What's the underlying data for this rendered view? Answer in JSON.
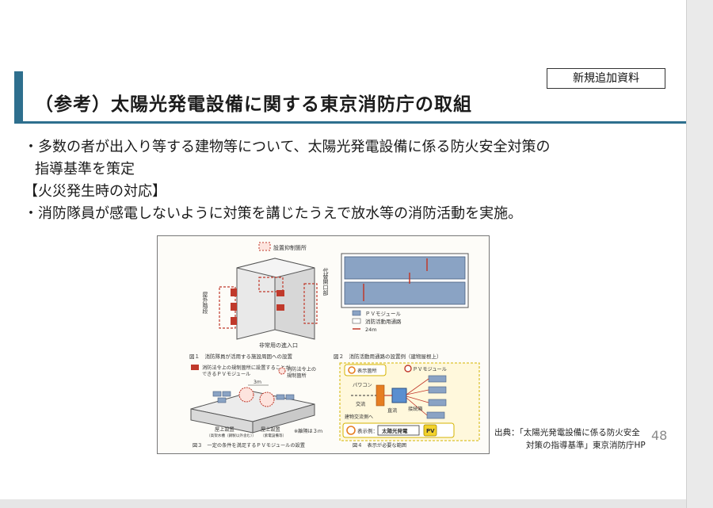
{
  "badge": "新規追加資料",
  "title": "（参考）太陽光発電設備に関する東京消防庁の取組",
  "body": {
    "line1": "・多数の者が出入り等する建物等について、太陽光発電設備に係る防火安全対策の",
    "line2": "指導基準を策定",
    "line3": "【火災発生時の対応】",
    "line4": "・消防隊員が感電しないように対策を講じたうえで放水等の消防活動を実施。"
  },
  "figure": {
    "fig1": {
      "label_top": "設置抑制箇所",
      "label_left": "屋外階段",
      "label_right": "代替開口部",
      "label_bottom": "非常用の進入口",
      "caption": "図１　消防隊員が活用する施設周囲への設置"
    },
    "fig2": {
      "legend1": "ＰＶモジュール",
      "legend2": "消防活動用通路",
      "legend3": "24m",
      "caption": "図２　消防活動用通路の設置例（建物屋根上）"
    },
    "fig3": {
      "legend1": "消防法令上の規制箇所に設置することが",
      "legend1b": "できるＰＶモジュール",
      "legend2": "消防法令上の",
      "legend2b": "規制箇所",
      "dim": "3ｍ",
      "label_a": "屋上設置",
      "label_a_sub": "（高架水槽（鋼製以外含む））",
      "label_b": "屋上設置",
      "label_b_sub": "（紫電設備等）",
      "note": "※離隔は３ｍ",
      "caption": "図３　一定の条件を満足するＰＶモジュールの設置"
    },
    "fig4": {
      "legend1": "表示箇所",
      "pv": "ＰＶモジュール",
      "pcs": "パワコン",
      "ac": "交流",
      "dc": "直流",
      "jb": "接続箱",
      "grid": "建物交流側へ",
      "example_label": "表示例：",
      "example_text": "太陽光発電",
      "pv_mark": "PV",
      "caption": "図４　表示が必要な範囲"
    }
  },
  "source": {
    "line1": "出典：「太陽光発電設備に係る防火安全",
    "line2": "対策の指導基準」東京消防庁HP"
  },
  "page_number": "48"
}
